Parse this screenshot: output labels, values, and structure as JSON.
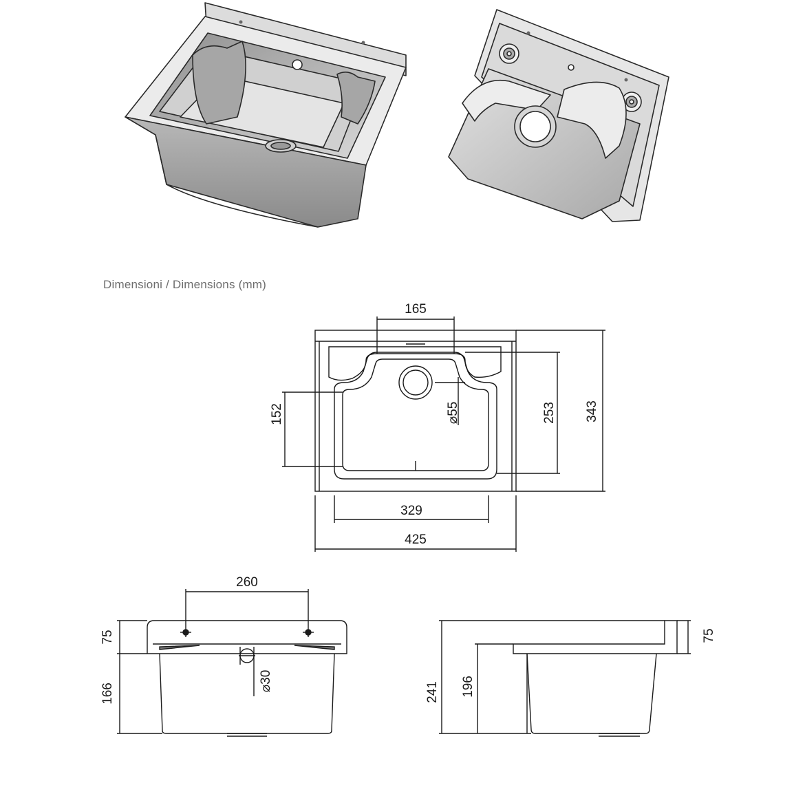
{
  "heading": "Dimensioni / Dimensions (mm)",
  "views": {
    "top_view": {
      "drain_spacing_dim": "165",
      "inner_depth_dim": "253",
      "overall_depth_dim": "343",
      "basin_depth_dim": "152",
      "drain_dia_dim": "⌀55",
      "inner_width_dim": "329",
      "overall_width_dim": "425"
    },
    "front_view": {
      "hole_spacing_dim": "260",
      "top_height_dim": "75",
      "body_height_dim": "166",
      "hole_dia_dim": "⌀30"
    },
    "side_view": {
      "total_height_dim": "241",
      "basin_height_dim": "196",
      "top_height_dim": "75"
    }
  }
}
